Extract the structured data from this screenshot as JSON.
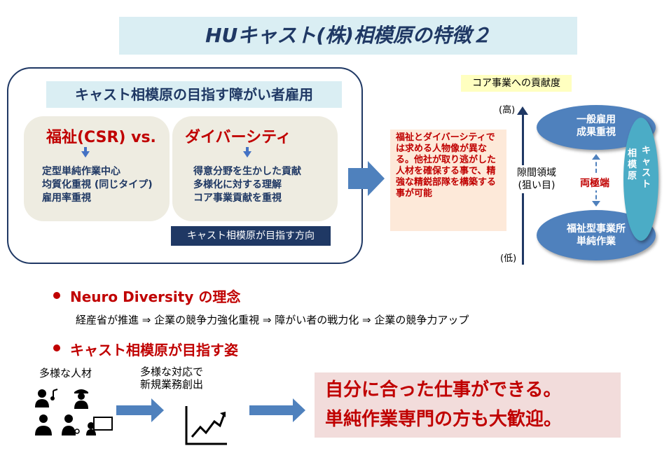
{
  "title": "HUキャスト(株)相模原の特徴２",
  "employment_box": {
    "heading": "キャスト相模原の目指す障がい者雇用",
    "welfare": {
      "heading": "福祉(CSR) vs.",
      "items": [
        "定型単純作業中心",
        "均質化重視 (同じタイプ)",
        "雇用率重視"
      ]
    },
    "diversity": {
      "heading": "ダイバーシティ",
      "items": [
        "得意分野を生かした貢献",
        "多様化に対する理解",
        "コア事業貢献を重視"
      ]
    },
    "direction_tag": "キャスト相模原が目指す方向"
  },
  "explanation": "福祉とダイバーシティでは求める人物像が異なる。他社が取り逃がした人材を確保する事で、精強な精鋭部隊を構築する事が可能",
  "contribution_chart": {
    "label": "コア事業への貢献度",
    "high": "(高)",
    "low": "(低)",
    "gap_label_1": "隙間領域",
    "gap_label_2": "(狙い目)",
    "top_ellipse_1": "一般雇用",
    "top_ellipse_2": "成果重視",
    "bottom_ellipse_1": "福祉型事業所",
    "bottom_ellipse_2": "単純作業",
    "poles": "両極端",
    "cast_col_1": "キャスト",
    "cast_col_2": "相模原"
  },
  "neuro": {
    "heading": "Neuro Diversity の理念",
    "flow": "経産省が推進 ⇒ 企業の競争力強化重視 ⇒ 障がい者の戦力化 ⇒ 企業の競争力アップ"
  },
  "aim": {
    "heading": "キャスト相模原が目指す姿",
    "diverse_talent": "多様な人材",
    "response_1": "多様な対応で",
    "response_2": "新規業務創出",
    "message_1": "自分に合った仕事ができる。",
    "message_2": "単純作業専門の方も大歓迎。"
  },
  "colors": {
    "navy": "#1f3864",
    "accent_blue": "#4f81bd",
    "red": "#c00000",
    "light_blue": "#daeef3",
    "beige": "#eeece1",
    "peach": "#fde9d9",
    "pink": "#f2dcdb"
  }
}
